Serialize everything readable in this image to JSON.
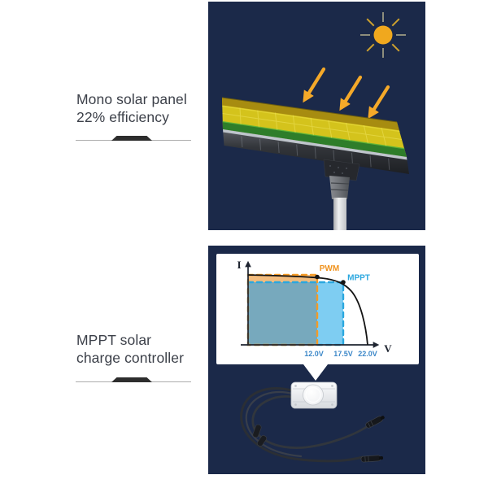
{
  "sections": {
    "solar_panel": {
      "heading_line1": "Mono solar panel",
      "heading_line2": "22% efficiency"
    },
    "controller": {
      "heading_line1": "MPPT solar",
      "heading_line2": "charge controller"
    }
  },
  "chart_labels": {
    "y_axis": "I",
    "x_axis": "V",
    "pwm": "PWM",
    "mppt": "MPPT",
    "tick_12": "12.0V",
    "tick_17": "17.5V",
    "tick_22": "22.0V"
  },
  "colors": {
    "panel_background": "#1b2949",
    "sun_orange": "#f0a81e",
    "arrow_orange": "#f5a929",
    "pwm_orange": "#f0931f",
    "mppt_blue": "#2aa7df",
    "tick_label_blue": "#3b87c8",
    "panel_yellow": "#d4c31c",
    "panel_green": "#2e7d2a",
    "heading_text": "#3c4049"
  },
  "chart_data": {
    "type": "area",
    "title": "Solar I-V curve with PWM vs MPPT operating regions",
    "xlabel": "V",
    "ylabel": "I",
    "x_tick_labels": [
      "12.0V",
      "17.5V",
      "22.0V"
    ],
    "x_tick_values": [
      12.0,
      17.5,
      22.0
    ],
    "axis_range_v": [
      0,
      24
    ],
    "grid": false,
    "legend_position": "inline-annotations",
    "curve_points_v_i_relative": [
      [
        0,
        1.0
      ],
      [
        6,
        0.99
      ],
      [
        12.0,
        0.97
      ],
      [
        17.5,
        0.9
      ],
      [
        20,
        0.55
      ],
      [
        21.3,
        0.25
      ],
      [
        22.0,
        0.0
      ]
    ],
    "regions": [
      {
        "name": "PWM",
        "color": "#f0931f",
        "v_range": [
          0,
          12.0
        ],
        "i_level_relative": 1.0,
        "border": "dashed"
      },
      {
        "name": "MPPT",
        "color": "#2aa7df",
        "v_range": [
          0,
          17.5
        ],
        "i_level_relative": 0.9,
        "border": "dashed"
      },
      {
        "name": "overlap",
        "color": "#77a9bd",
        "v_range": [
          0,
          12.0
        ],
        "i_level_relative": 0.9
      }
    ],
    "marked_points_v": [
      12.0,
      17.5
    ],
    "open_circuit_voltage": 22.0
  }
}
